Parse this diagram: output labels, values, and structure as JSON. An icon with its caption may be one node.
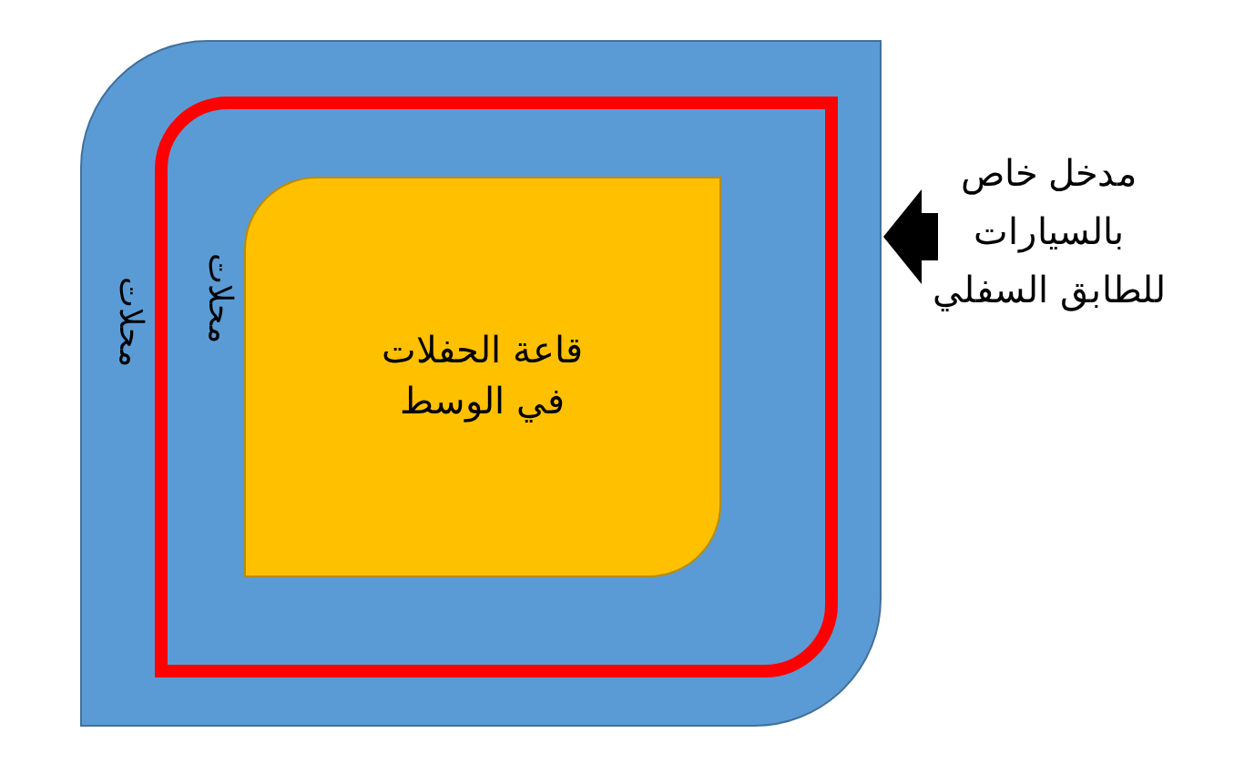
{
  "diagram": {
    "nodes": [
      {
        "text": [
          "محلات"
        ]
      },
      {
        "text": [
          "محلات"
        ],
        "in": 0
      },
      {
        "text": [
          "قاعة الحفلات في الوسط"
        ],
        "in": 1
      },
      {
        "text": [
          "مدخل خاص بالسيارات للطابق السفلي"
        ]
      }
    ],
    "edges": [
      {
        "from": 3,
        "to": 0,
        "arrow": "to"
      }
    ]
  }
}
